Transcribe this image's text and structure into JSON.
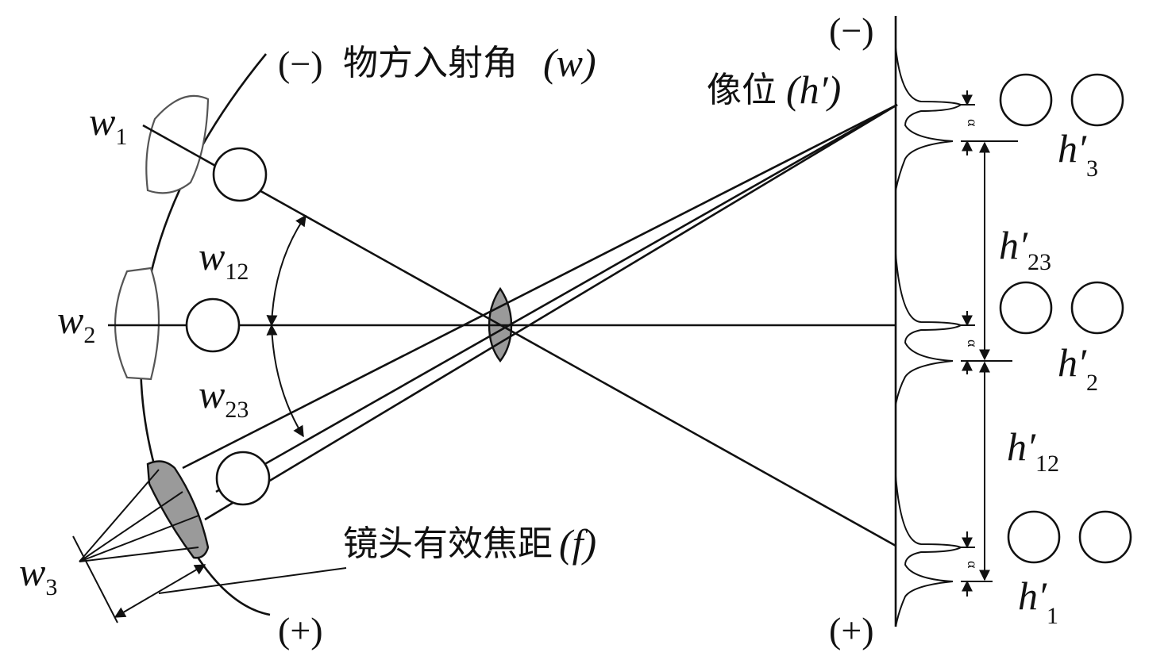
{
  "labels": {
    "angle_title_sign": "(−)",
    "angle_title_text": "物方入射角",
    "angle_title_var": "(w)",
    "image_title_text": "像位",
    "image_title_var": "(h′)",
    "focal_text": "镜头有效焦距",
    "focal_var": "(f)",
    "image_sign_top": "(−)",
    "image_sign_bottom": "(+)",
    "arc_sign_bottom": "(+)",
    "w1": {
      "base": "w",
      "sub": "1"
    },
    "w2": {
      "base": "w",
      "sub": "2"
    },
    "w3": {
      "base": "w",
      "sub": "3"
    },
    "w12": {
      "base": "w",
      "sub": "12"
    },
    "w23": {
      "base": "w",
      "sub": "23"
    },
    "h3": {
      "base": "h′",
      "sub": "3"
    },
    "h2": {
      "base": "h′",
      "sub": "2"
    },
    "h1": {
      "base": "h′",
      "sub": "1"
    },
    "h12": {
      "base": "h′",
      "sub": "12"
    },
    "h23": {
      "base": "h′",
      "sub": "23"
    },
    "delta_mark": "α"
  }
}
